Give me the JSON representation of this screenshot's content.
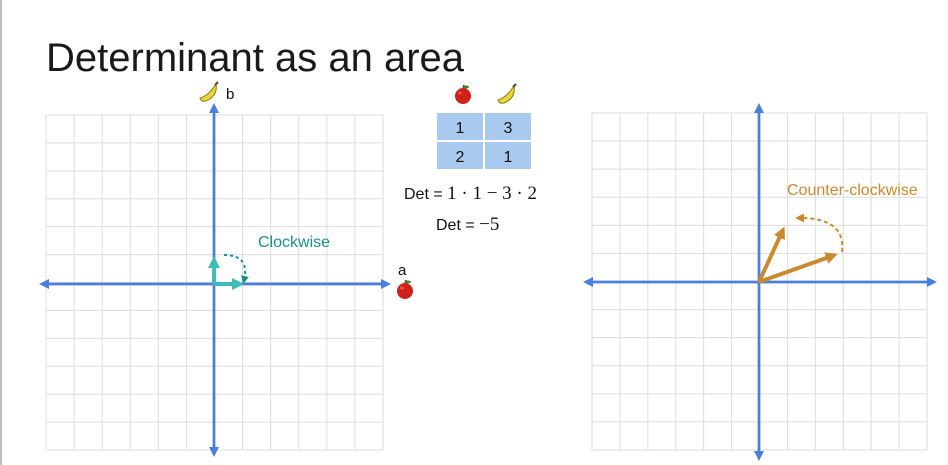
{
  "title": "Determinant as an area",
  "left_plot": {
    "axis_label_x": "a",
    "axis_label_y": "b",
    "rotation_label": "Clockwise",
    "rotation_color": "#1a8f8a",
    "vector_color": "#3cbdb5"
  },
  "right_plot": {
    "rotation_label": "Counter-clockwise",
    "rotation_color": "#c98a2e",
    "vector_color": "#c98a2e"
  },
  "matrix": {
    "cells": [
      [
        "1",
        "3"
      ],
      [
        "2",
        "1"
      ]
    ],
    "cell_color": "#a9c9ef"
  },
  "equations": {
    "det_prefix": "Det = ",
    "det_expr": "1 · 1 − 3 · 2",
    "det_result": "−5"
  },
  "icons": {
    "apple": "apple-icon",
    "banana": "banana-icon"
  },
  "colors": {
    "axis": "#4a7fdc",
    "grid": "#dcdcdc",
    "apple": "#d0201b",
    "banana": "#e7d63c"
  }
}
